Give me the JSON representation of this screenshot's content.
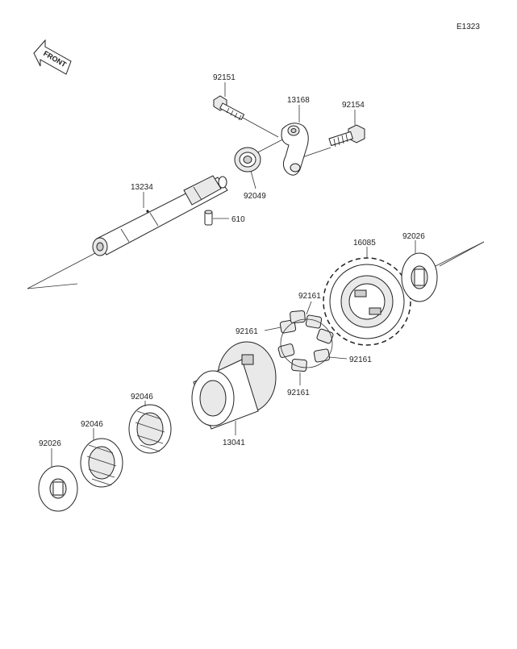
{
  "diagram_code": "E1323",
  "front_label": "FRONT",
  "parts": {
    "p92151": "92151",
    "p13168": "13168",
    "p92154": "92154",
    "p13234": "13234",
    "p92049": "92049",
    "p610": "610",
    "p16085": "16085",
    "p92026a": "92026",
    "p92161a": "92161",
    "p92161b": "92161",
    "p92161c": "92161",
    "p92161d": "92161",
    "p92046a": "92046",
    "p92046b": "92046",
    "p92026b": "92026",
    "p13041": "13041"
  },
  "colors": {
    "line": "#333333",
    "metal_light": "#e9e9e9",
    "metal_dark": "#cfcfcf"
  }
}
